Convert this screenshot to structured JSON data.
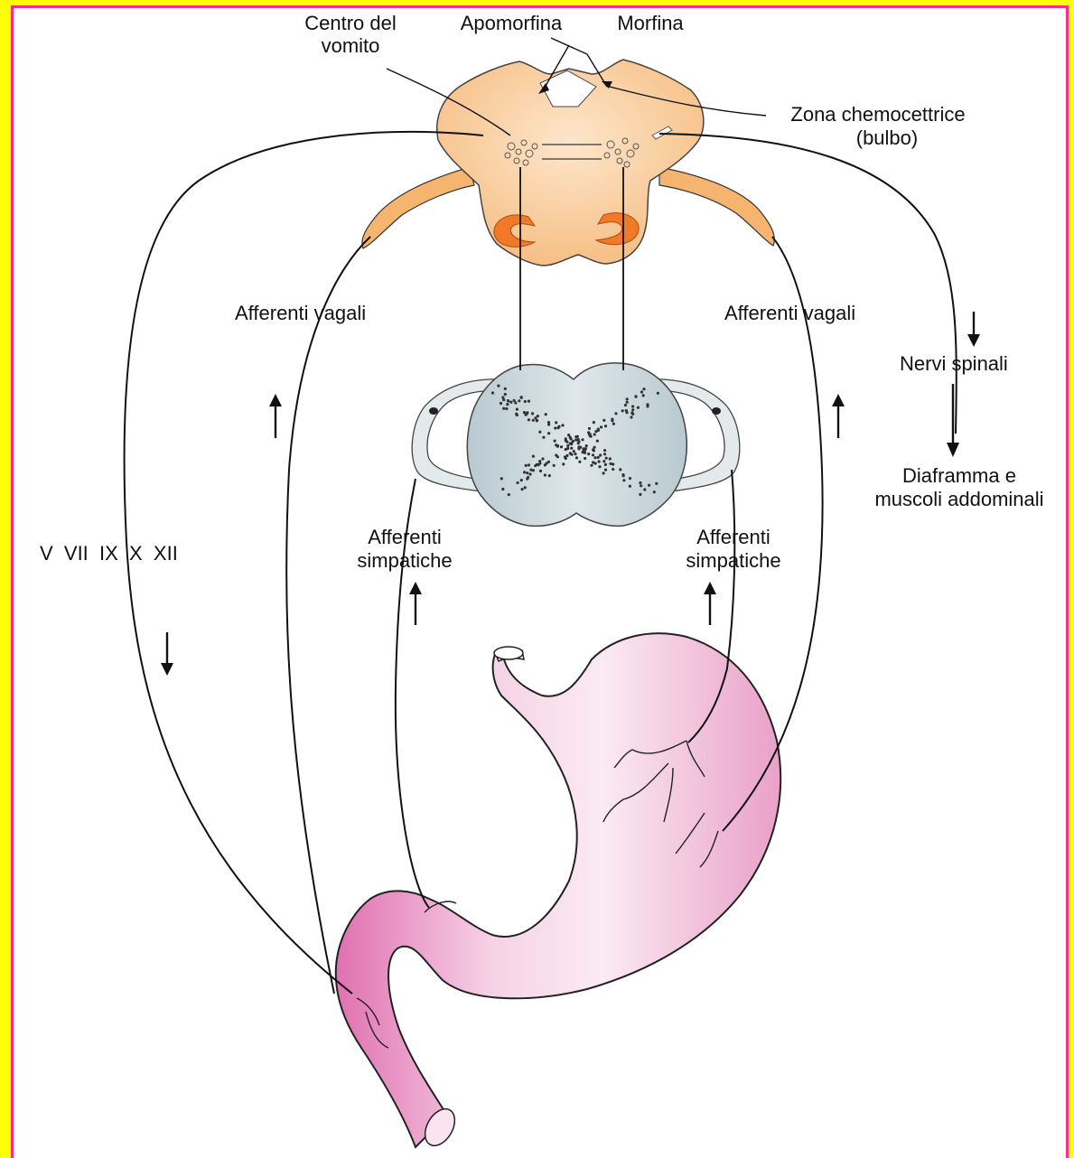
{
  "labels": {
    "centro_line1": "Centro del",
    "centro_line2": "vomito",
    "apomorfina": "Apomorfina",
    "morfina": "Morfina",
    "zona_line1": "Zona chemocettrice",
    "zona_line2": "(bulbo)",
    "afferenti_vagali_left": "Afferenti vagali",
    "afferenti_vagali_right": "Afferenti vagali",
    "nervi_spinali": "Nervi spinali",
    "diaframma_line1": "Diaframma e",
    "diaframma_line2": "muscoli addominali",
    "cranial_nerves": "V  VII  IX  X  XII",
    "simpatiche_left_line1": "Afferenti",
    "simpatiche_left_line2": "simpatiche",
    "simpatiche_right_line1": "Afferenti",
    "simpatiche_right_line2": "simpatiche"
  },
  "colors": {
    "frame_yellow": "#ffff00",
    "border_pink": "#ff2a8f",
    "medulla_fill": "#f9c894",
    "medulla_nucleus": "#f07a28",
    "spinal_cord_fill": "#c9d6dc",
    "stomach_fill": "#eeaad0",
    "line": "#111111"
  }
}
